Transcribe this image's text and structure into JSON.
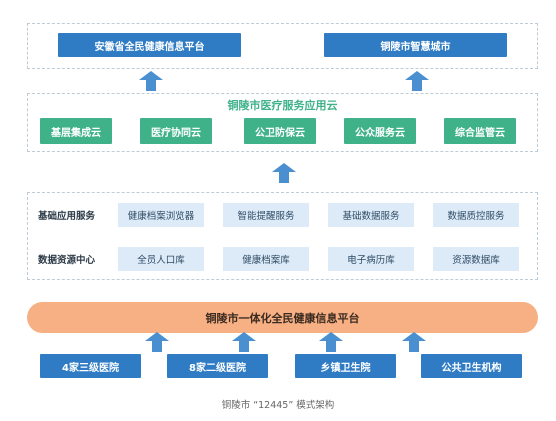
{
  "top": {
    "items": [
      "安徽省全民健康信息平台",
      "铜陵市智慧城市"
    ]
  },
  "cloud": {
    "title": "铜陵市医疗服务应用云",
    "items": [
      "基层集成云",
      "医疗协同云",
      "公卫防保云",
      "公众服务云",
      "综合监管云"
    ]
  },
  "services": {
    "rows": [
      {
        "label": "基础应用服务",
        "items": [
          "健康档案浏览器",
          "智能提醒服务",
          "基础数据服务",
          "数据质控服务"
        ]
      },
      {
        "label": "数据资源中心",
        "items": [
          "全员人口库",
          "健康档案库",
          "电子病历库",
          "资源数据库"
        ]
      }
    ]
  },
  "platform": {
    "label": "铜陵市一体化全民健康信息平台"
  },
  "bottom": {
    "items": [
      "4家三级医院",
      "8家二级医院",
      "乡镇卫生院",
      "公共卫生机构"
    ]
  },
  "caption": "铜陵市 “12445” 模式架构",
  "colors": {
    "blue": "#2f7cc4",
    "green": "#3fb28a",
    "light_blue": "#dcebf7",
    "orange": "#f7b083",
    "arrow": "#4a8fd0"
  }
}
